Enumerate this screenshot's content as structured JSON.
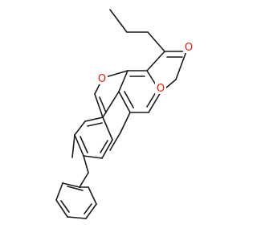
{
  "molecule": {
    "atom_labels": {
      "carbonyl_oxygen": "O",
      "pyranone_ring_oxygen": "O",
      "furan_oxygen": "O"
    },
    "colors": {
      "bond": "#1a1a1a",
      "oxygen": "#e8180c",
      "background": "#ffffff"
    }
  }
}
